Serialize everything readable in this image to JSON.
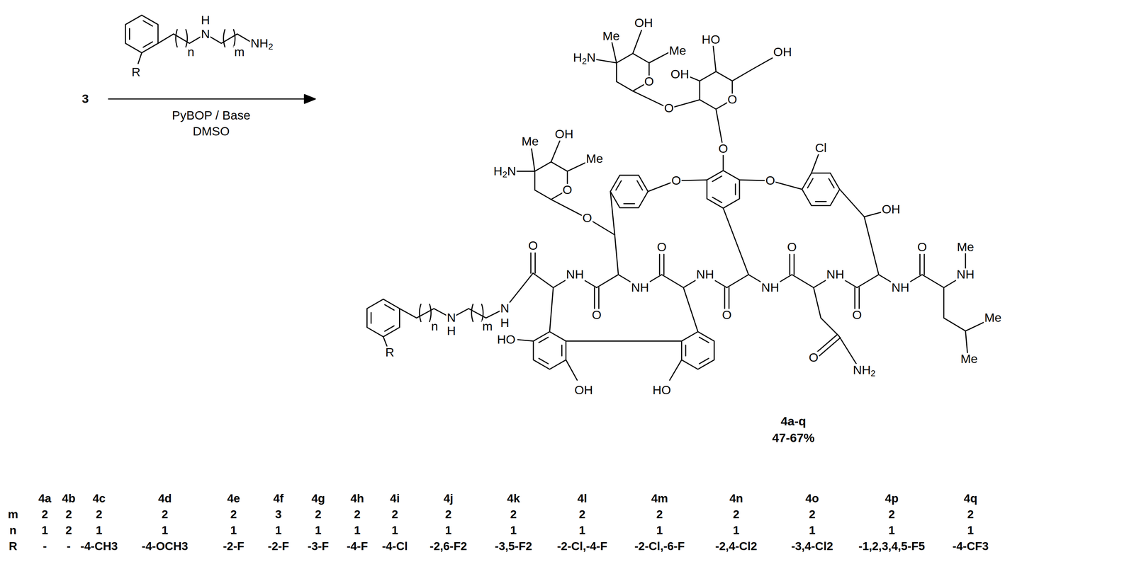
{
  "diagram": {
    "labels": [
      "R",
      "n",
      "H",
      "N",
      "m",
      "NH2",
      "3",
      "PyBOP / Base",
      "DMSO",
      "H2N",
      "Me",
      "OH",
      "Me",
      "O",
      "HO",
      "OH",
      "OH",
      "O",
      "O",
      "OH",
      "H2N",
      "Me",
      "Me",
      "O",
      "O",
      "O",
      "Cl",
      "O",
      "O",
      "OH",
      "R",
      "n",
      "N",
      "H",
      "m",
      "N",
      "H",
      "O",
      "NH",
      "O",
      "NH",
      "O",
      "NH",
      "O",
      "NH",
      "O",
      "NH",
      "O",
      "NH",
      "O",
      "NH",
      "Me",
      "Me",
      "Me",
      "O",
      "NH2",
      "HO",
      "OH",
      "HO",
      "4a-q",
      "47-67%",
      "4a",
      "4b",
      "4c",
      "4d",
      "4e",
      "4f",
      "4g",
      "4h",
      "4i",
      "4j",
      "4k",
      "4l",
      "4m",
      "4n",
      "4o",
      "4p",
      "4q",
      "m",
      "2",
      "2",
      "2",
      "2",
      "2",
      "3",
      "2",
      "2",
      "2",
      "2",
      "2",
      "2",
      "2",
      "2",
      "2",
      "2",
      "2",
      "n",
      "1",
      "2",
      "1",
      "1",
      "1",
      "1",
      "1",
      "1",
      "1",
      "1",
      "1",
      "1",
      "1",
      "1",
      "1",
      "1",
      "1",
      "R",
      "-",
      "-",
      "-4-CH3",
      "-4-OCH3",
      "-2-F",
      "-2-F",
      "-3-F",
      "-4-F",
      "-4-Cl",
      "-2,6-F2",
      "-3,5-F2",
      "-2-Cl,-4-F",
      "-2-Cl,-6-F",
      "-2,4-Cl2",
      "-3,4-Cl2",
      "-1,2,3,4,5-F5",
      "-4-CF3"
    ]
  }
}
